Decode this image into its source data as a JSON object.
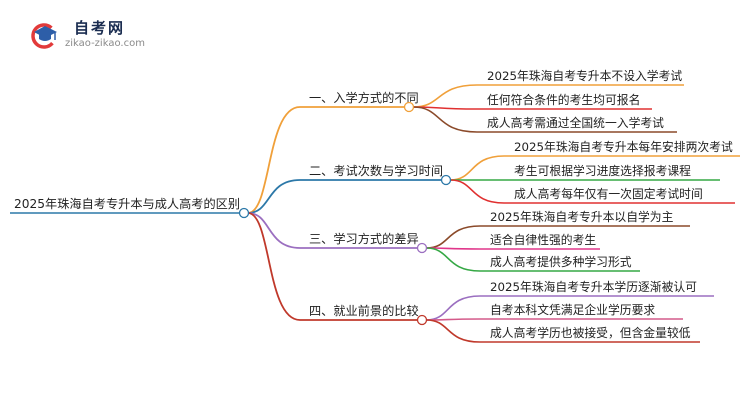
{
  "logo": {
    "title": "自考网",
    "url": "zikao-zikao.com",
    "icon": "graduation-cap-icon",
    "colors": {
      "red": "#e23a3a",
      "blue": "#2d5ea8"
    }
  },
  "root": {
    "label": "2025年珠海自考专升本与成人高考的区别",
    "color": "#2c78a8"
  },
  "branches": [
    {
      "label": "一、入学方式的不同",
      "color": "#f0a03a",
      "children": [
        {
          "label": "2025年珠海自考专升本不设入学考试",
          "color": "#f0a03a"
        },
        {
          "label": "任何符合条件的考生均可报名",
          "color": "#e03030"
        },
        {
          "label": "成人高考需通过全国统一入学考试",
          "color": "#8b4a2a"
        }
      ]
    },
    {
      "label": "二、考试次数与学习时间",
      "color": "#2c78a8",
      "children": [
        {
          "label": "2025年珠海自考专升本每年安排两次考试",
          "color": "#f0a03a"
        },
        {
          "label": "考生可根据学习进度选择报考课程",
          "color": "#35a845"
        },
        {
          "label": "成人高考每年仅有一次固定考试时间",
          "color": "#e03030"
        }
      ]
    },
    {
      "label": "三、学习方式的差异",
      "color": "#9b6fc0",
      "children": [
        {
          "label": "2025年珠海自考专升本以自学为主",
          "color": "#8b4a2a"
        },
        {
          "label": "适合自律性强的考生",
          "color": "#e0368a"
        },
        {
          "label": "成人高考提供多种学习形式",
          "color": "#35a845"
        }
      ]
    },
    {
      "label": "四、就业前景的比较",
      "color": "#c0392b",
      "children": [
        {
          "label": "2025年珠海自考专升本学历逐渐被认可",
          "color": "#9b6fc0"
        },
        {
          "label": "自考本科文凭满足企业学历要求",
          "color": "#d45a8a"
        },
        {
          "label": "成人高考学历也被接受，但含金量较低",
          "color": "#c0392b"
        }
      ]
    }
  ]
}
